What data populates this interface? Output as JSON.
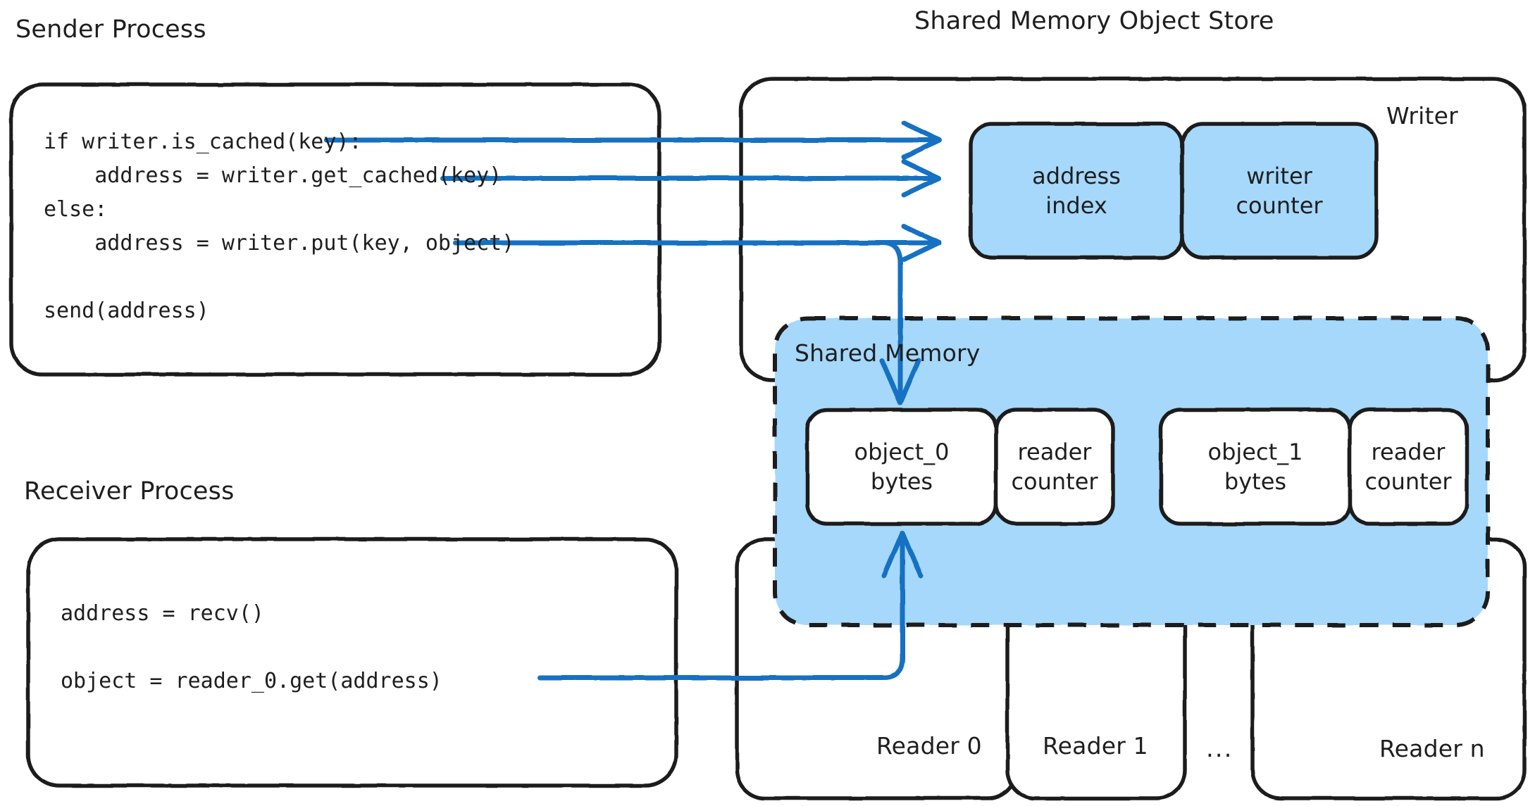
{
  "diagram": {
    "title_left": "Sender Process",
    "title_right": "Shared Memory Object Store",
    "title_receiver": "Receiver Process",
    "accent_blue": "#1971c2",
    "fill_blue": "#a5d8fb",
    "stroke_black": "#1e1e1e",
    "background": "#ffffff"
  },
  "sender": {
    "label": "Sender Process",
    "code": "if writer.is_cached(key):\n    address = writer.get_cached(key)\nelse:\n    address = writer.put(key, object)\n\nsend(address)"
  },
  "receiver": {
    "label": "Receiver Process",
    "code_line_1": "address = recv()",
    "code_line_2": "object = reader_0.get(address)"
  },
  "store": {
    "label": "Shared Memory Object Store",
    "writer": {
      "tag": "Writer",
      "cells": [
        {
          "line1": "address",
          "line2": "index"
        },
        {
          "line1": "writer",
          "line2": "counter"
        }
      ]
    },
    "shared_memory": {
      "tag": "Shared Memory",
      "slots": [
        {
          "object": {
            "line1": "object_0",
            "line2": "bytes"
          },
          "counter": {
            "line1": "reader",
            "line2": "counter"
          }
        },
        {
          "object": {
            "line1": "object_1",
            "line2": "bytes"
          },
          "counter": {
            "line1": "reader",
            "line2": "counter"
          }
        }
      ]
    },
    "readers": {
      "items": [
        {
          "tag": "Reader 0"
        },
        {
          "tag": "Reader 1"
        },
        {
          "tag": "Reader n"
        }
      ],
      "ellipsis": "..."
    }
  }
}
